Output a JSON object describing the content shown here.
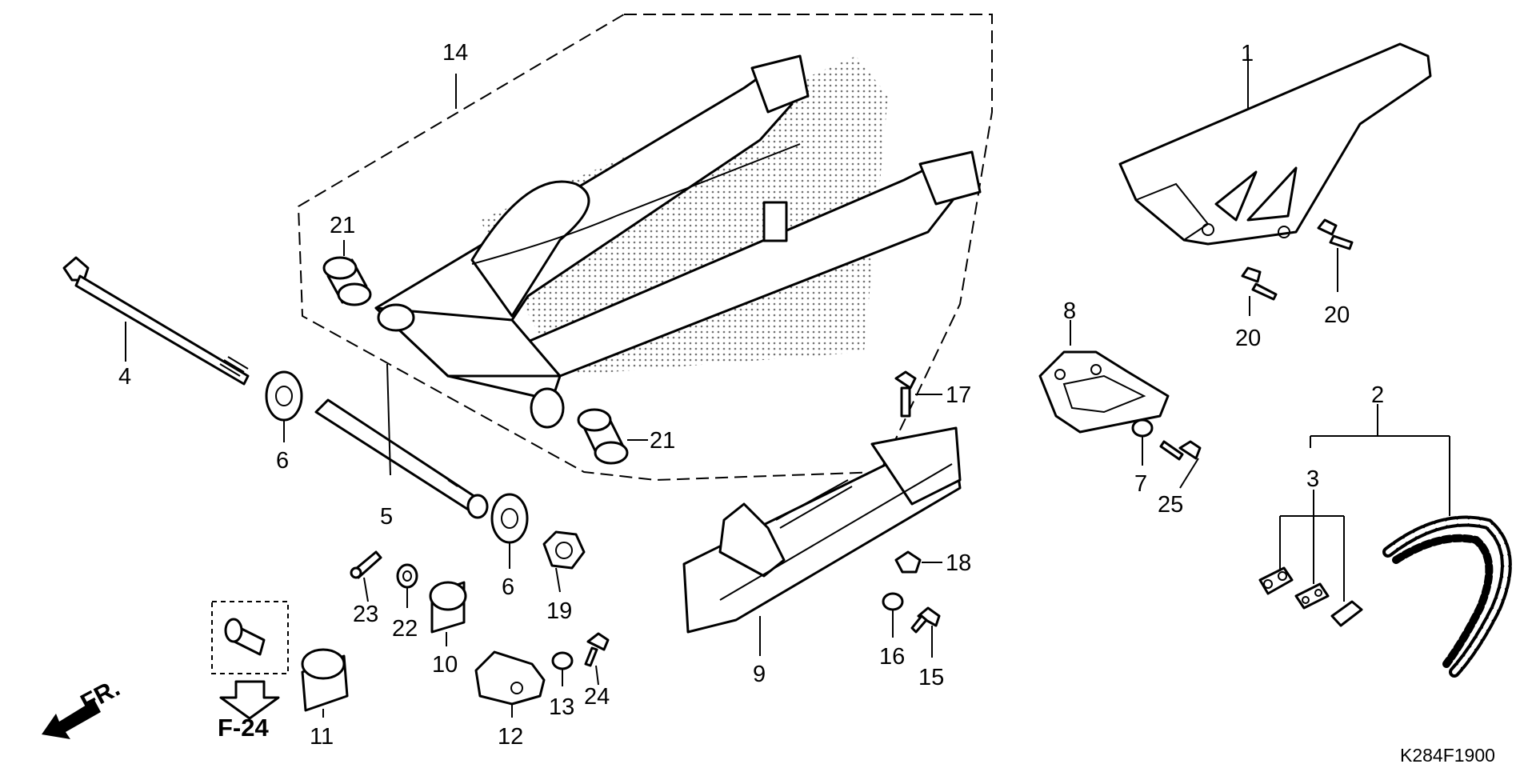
{
  "diagram": {
    "callouts": {
      "c1": "1",
      "c2": "2",
      "c3": "3",
      "c4": "4",
      "c5": "5",
      "c6a": "6",
      "c6b": "6",
      "c7": "7",
      "c8": "8",
      "c9": "9",
      "c10": "10",
      "c11": "11",
      "c12": "12",
      "c13": "13",
      "c14": "14",
      "c15": "15",
      "c16": "16",
      "c17": "17",
      "c18": "18",
      "c19": "19",
      "c20a": "20",
      "c20b": "20",
      "c21a": "21",
      "c21b": "21",
      "c22": "22",
      "c23": "23",
      "c24": "24",
      "c25": "25"
    },
    "front_label": "FR.",
    "reference": "F-24",
    "drawing_code": "K284F1900"
  },
  "colors": {
    "ink": "#000000",
    "paper": "#ffffff"
  }
}
